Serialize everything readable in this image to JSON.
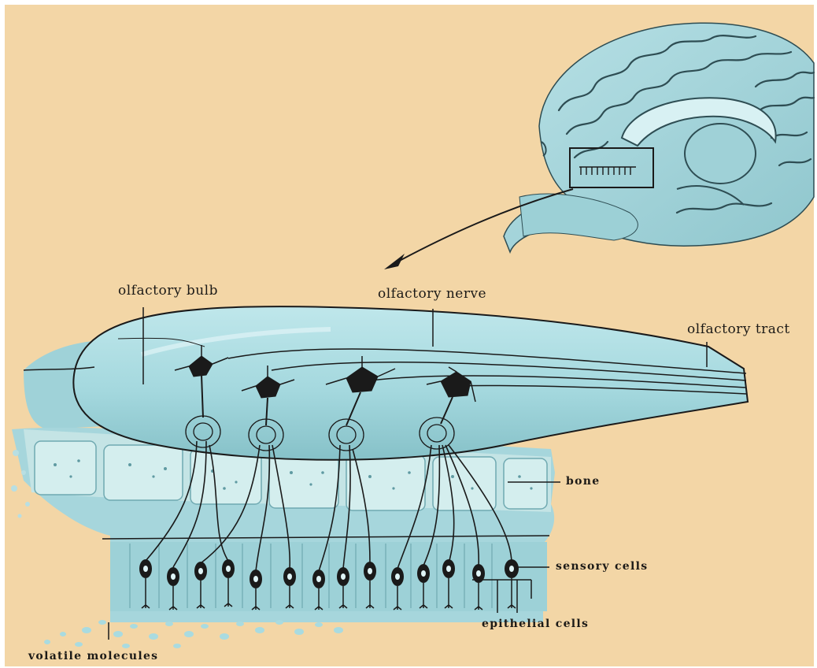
{
  "labels": {
    "olfactory_bulb": "olfactory bulb",
    "olfactory_nerve": "olfactory nerve",
    "olfactory_tract": "olfactory tract",
    "bone": "bone",
    "sensory_cells": "sensory cells",
    "epithelial_cells": "epithelial cells",
    "volatile_molecules": "volatile molecules"
  },
  "colors": {
    "paper": "#f3d6a6",
    "tissue": "#a9dbe0",
    "tissue_light": "#cbecef",
    "tissue_dark": "#82bcc4",
    "bone_fill": "#c6e5e6",
    "ink": "#1c1a17"
  }
}
